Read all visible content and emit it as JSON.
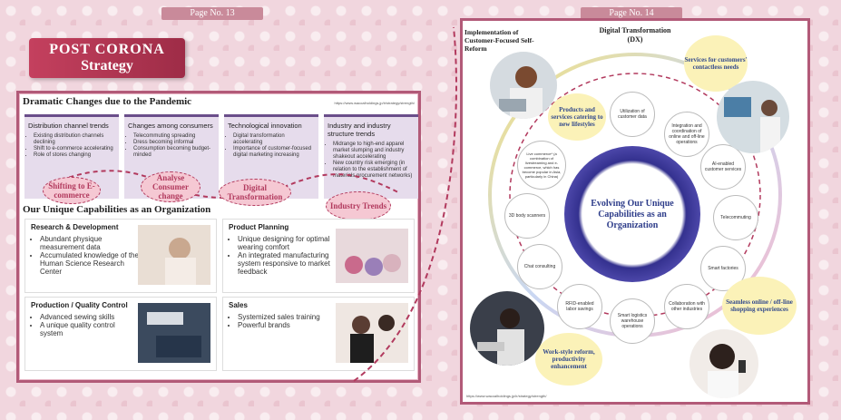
{
  "page_left": {
    "page_no": "Page No. 13"
  },
  "page_right": {
    "page_no": "Page No. 14"
  },
  "banner": {
    "line1": "POST CORONA",
    "line2": "Strategy"
  },
  "pandemic": {
    "heading": "Dramatic Changes due to the Pandemic",
    "url": "https://www.wacoalholdings.jp/ir/strategy/strength/",
    "columns": [
      {
        "title": "Distribution channel trends",
        "items": [
          "Existing distribution channels declining",
          "Shift to e-commerce accelerating",
          "Role of stores changing"
        ]
      },
      {
        "title": "Changes among consumers",
        "items": [
          "Telecommuting spreading",
          "Dress becoming informal",
          "Consumption becoming budget-minded"
        ]
      },
      {
        "title": "Technological innovation",
        "items": [
          "Digital transformation accelerating",
          "Importance of customer-focused digital marketing increasing"
        ]
      },
      {
        "title": "Industry and industry structure trends",
        "items": [
          "Midrange to high-end apparel market slumping and industry shakeout accelerating",
          "New country risk emerging (in relation to the establishment of materials procurement networks)"
        ]
      }
    ],
    "ellipses": [
      "Shifting to E- commerce",
      "Analyse Consumer change",
      "Digital Transformation",
      "Industry Trends"
    ]
  },
  "capabilities": {
    "heading": "Our Unique Capabilities as an Organization",
    "cards": [
      {
        "title": "Research & Development",
        "items": [
          "Abundant physique measurement data",
          "Accumulated knowledge of the Human Science Research Center"
        ]
      },
      {
        "title": "Product Planning",
        "items": [
          "Unique designing for optimal wearing comfort",
          "An integrated manufacturing system responsive to market feedback"
        ]
      },
      {
        "title": "Production / Quality Control",
        "items": [
          "Advanced sewing skills",
          "A unique quality control system"
        ]
      },
      {
        "title": "Sales",
        "items": [
          "Systemized sales training",
          "Powerful brands"
        ]
      }
    ]
  },
  "dx": {
    "top_left": "Implementation of Customer-Focused Self-Reform",
    "top_center": "Digital Transformation (DX)",
    "center": "Evolving Our Unique Capabilities as an Organization",
    "url": "https://www.wacoalholdings.jp/ir/strategy/strength/",
    "nodes": [
      "Utilization of customer data",
      "Integration and coordination of online and off-line operations",
      "AI-enabled customer services",
      "Telecommuting",
      "Smart factories",
      "Collaboration with other industries",
      "Smart logistics warehouse operations",
      "RFID-enabled labor savings",
      "Chat consulting",
      "3D body scanners",
      "Live commerce* (a combination of livestreaming and e-commerce, which has become popular in Asia, particularly in China)"
    ],
    "bubbles": [
      "Services for customers' contactless needs",
      "Products and services catering to new lifestyles",
      "Seamless online / off-line shopping experiences",
      "Work-style reform, productivity enhancement"
    ]
  },
  "colors": {
    "accent": "#b23a5e",
    "panel_border": "#b25a78",
    "navy": "#334a8c",
    "ring": "#3a3f9a"
  }
}
